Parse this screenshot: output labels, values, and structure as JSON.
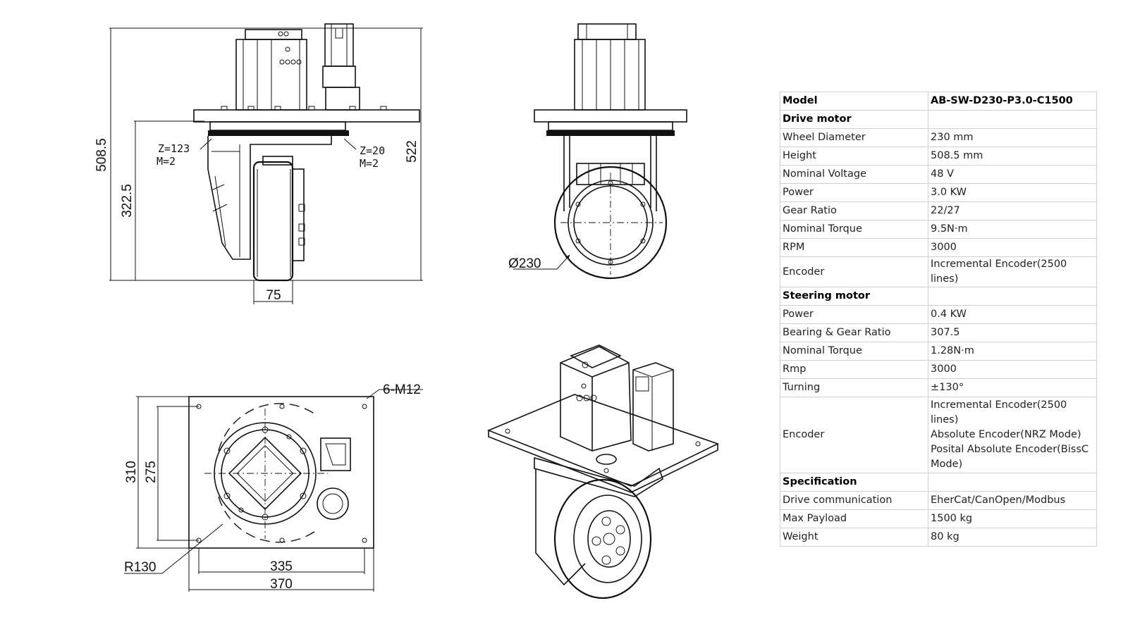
{
  "drawing": {
    "side_view": {
      "height": "508.5",
      "total_height": "522",
      "lower_height": "322.5",
      "wheel_width": "75",
      "gear_left_z": "Z=123",
      "gear_left_m": "M=2",
      "gear_right_z": "Z=20",
      "gear_right_m": "M=2"
    },
    "front_view": {
      "wheel_diameter": "Ø230"
    },
    "top_view": {
      "holes": "6-M12",
      "outer_height": "310",
      "inner_height": "275",
      "radius": "R130",
      "inner_width": "335",
      "outer_width": "370"
    }
  },
  "spec_table": {
    "model_label": "Model",
    "model_value": "AB-SW-D230-P3.0-C1500",
    "drive_motor": {
      "heading": "Drive motor",
      "rows": [
        {
          "label": "Wheel Diameter",
          "value": "230 mm"
        },
        {
          "label": "Height",
          "value": "508.5 mm"
        },
        {
          "label": "Nominal Voltage",
          "value": "48 V"
        },
        {
          "label": "Power",
          "value": "3.0 KW"
        },
        {
          "label": "Gear Ratio",
          "value": "22/27"
        },
        {
          "label": "Nominal Torque",
          "value": "9.5N·m"
        },
        {
          "label": "RPM",
          "value": "3000"
        },
        {
          "label": "Encoder",
          "value": "Incremental Encoder(2500 lines)"
        }
      ]
    },
    "steering_motor": {
      "heading": "Steering motor",
      "rows": [
        {
          "label": "Power",
          "value": "0.4 KW"
        },
        {
          "label": "Bearing & Gear Ratio",
          "value": "307.5"
        },
        {
          "label": "Nominal Torque",
          "value": "1.28N·m"
        },
        {
          "label": "Rmp",
          "value": "3000"
        },
        {
          "label": "Turning",
          "value": "±130°"
        }
      ],
      "encoder_label": "Encoder",
      "encoder_lines": [
        "Incremental Encoder(2500 lines)",
        "Absolute Encoder(NRZ Mode)",
        "Posital Absolute Encoder(BissC",
        "Mode)"
      ]
    },
    "specification": {
      "heading": "Specification",
      "rows": [
        {
          "label": "Drive communication",
          "value": "EherCat/CanOpen/Modbus"
        },
        {
          "label": "Max Payload",
          "value": "1500 kg"
        },
        {
          "label": "Weight",
          "value": "80 kg"
        }
      ]
    }
  }
}
